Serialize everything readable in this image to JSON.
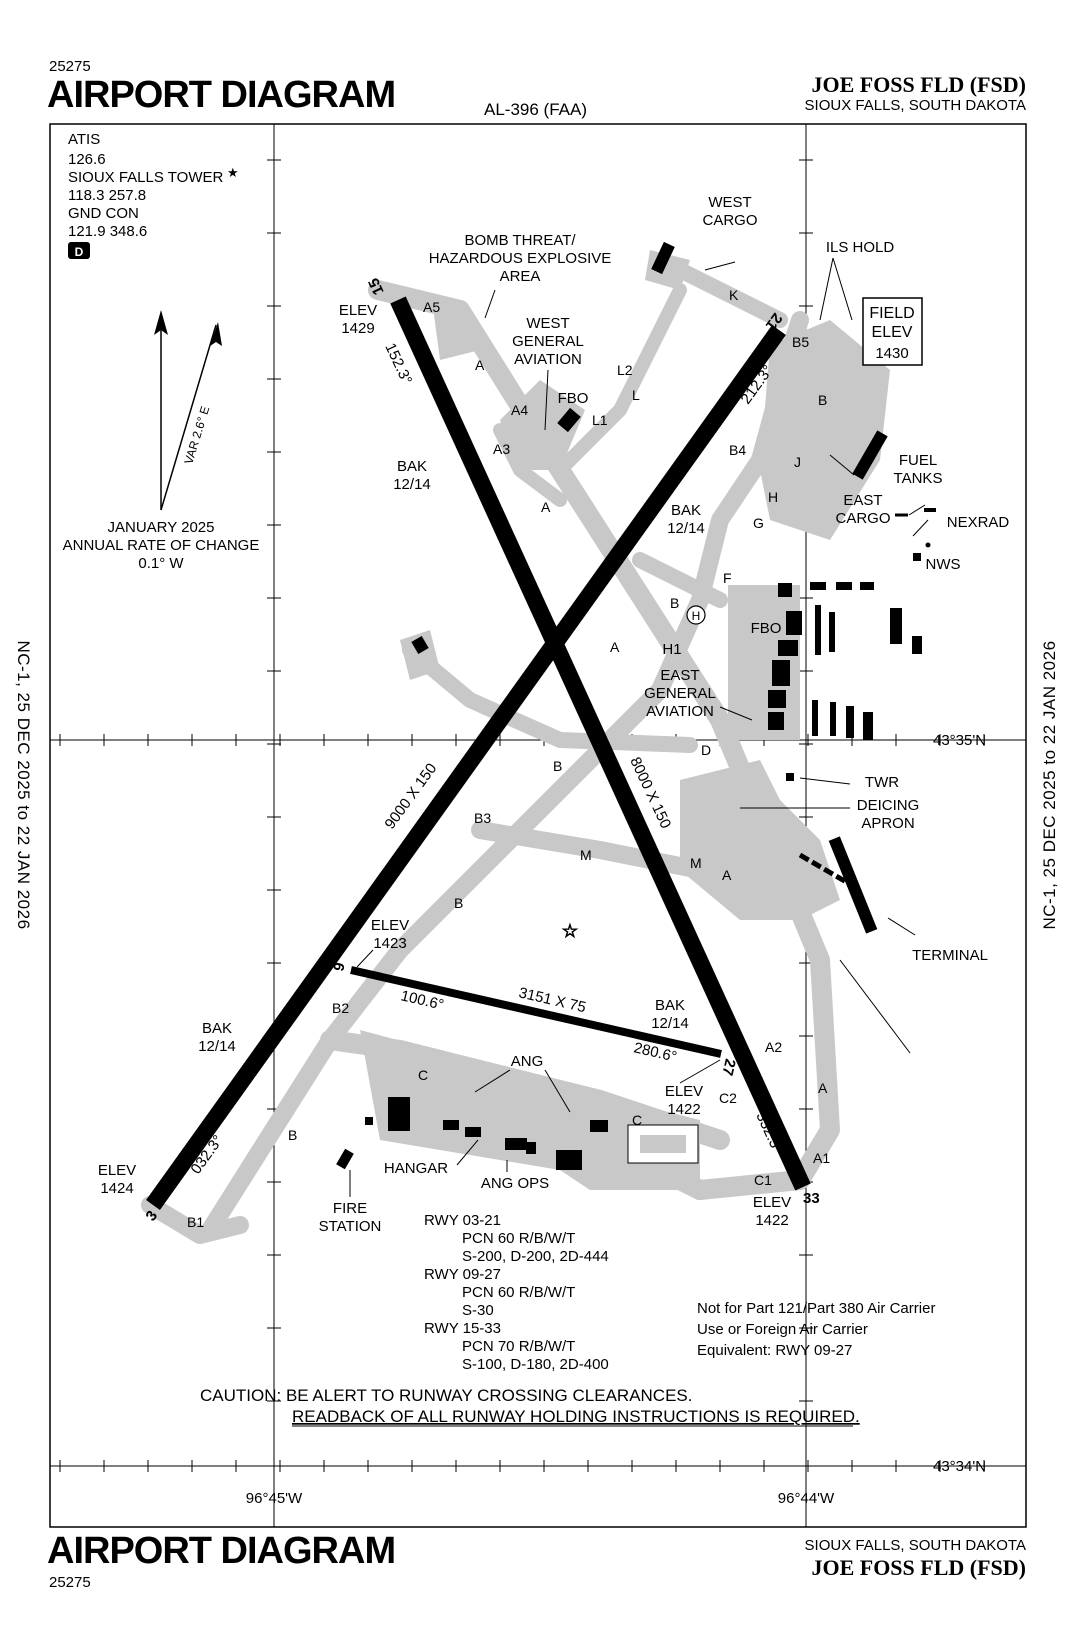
{
  "header": {
    "proc_number": "25275",
    "title": "AIRPORT DIAGRAM",
    "center_code": "AL-396 (FAA)",
    "airport_name": "JOE FOSS FLD (FSD)",
    "location": "SIOUX FALLS, SOUTH DAKOTA"
  },
  "footer": {
    "title": "AIRPORT DIAGRAM",
    "proc_number": "25275",
    "location": "SIOUX FALLS, SOUTH DAKOTA",
    "airport_name": "JOE FOSS FLD (FSD)"
  },
  "side_dates": {
    "left": "NC-1, 25 DEC 2025 to 22 JAN 2026",
    "right": "NC-1, 25 DEC 2025 to 22 JAN 2026"
  },
  "comms": {
    "atis_label": "ATIS",
    "atis_freq": "126.6",
    "tower_label": "SIOUX FALLS TOWER",
    "tower_star": "★",
    "tower_freq": "118.3  257.8",
    "gnd_label": "GND CON",
    "gnd_freq": "121.9  348.6",
    "d_badge": "D"
  },
  "magvar": {
    "var_label": "VAR 2.6° E",
    "date": "JANUARY 2025",
    "rate_label": "ANNUAL RATE OF CHANGE",
    "rate_value": "0.1° W"
  },
  "coords": {
    "lat_top": "43°35'N",
    "lat_bottom": "43°34'N",
    "lon_left": "96°45'W",
    "lon_right": "96°44'W"
  },
  "runways": {
    "r03_21": {
      "dims": "9000 X 150",
      "end_a": "3",
      "end_b": "21",
      "hdg_a": "032.3°",
      "hdg_b": "212.3°"
    },
    "r15_33": {
      "dims": "8000 X 150",
      "end_a": "15",
      "end_b": "33",
      "hdg_a": "152.3°",
      "hdg_b": "332.3°"
    },
    "r09_27": {
      "dims": "3151 X 75",
      "end_a": "9",
      "end_b": "27",
      "hdg_a": "100.6°",
      "hdg_b": "280.6°"
    }
  },
  "elevations": {
    "elev_label": "ELEV",
    "e15": "1429",
    "e3": "1424",
    "e9": "1423",
    "e27": "1422",
    "e33": "1422",
    "field_elev_l1": "FIELD",
    "field_elev_l2": "ELEV",
    "field_elev_val": "1430"
  },
  "labels": {
    "west_cargo_1": "WEST",
    "west_cargo_2": "CARGO",
    "ils_hold": "ILS HOLD",
    "bomb_1": "BOMB THREAT/",
    "bomb_2": "HAZARDOUS EXPLOSIVE",
    "bomb_3": "AREA",
    "wga_1": "WEST",
    "wga_2": "GENERAL",
    "wga_3": "AVIATION",
    "fbo": "FBO",
    "fuel_1": "FUEL",
    "fuel_2": "TANKS",
    "nexrad": "NEXRAD",
    "nws": "NWS",
    "east_cargo_1": "EAST",
    "east_cargo_2": "CARGO",
    "bak_1": "BAK",
    "bak_2": "12/14",
    "h1": "H1",
    "heli": "H",
    "ega_1": "EAST",
    "ega_2": "GENERAL",
    "ega_3": "AVIATION",
    "twr": "TWR",
    "deicing_1": "DEICING",
    "deicing_2": "APRON",
    "terminal": "TERMINAL",
    "ang": "ANG",
    "hangar": "HANGAR",
    "ang_ops": "ANG OPS",
    "fire_1": "FIRE",
    "fire_2": "STATION"
  },
  "taxiways": [
    "A",
    "A1",
    "A2",
    "A3",
    "A4",
    "A5",
    "B",
    "B1",
    "B2",
    "B3",
    "B4",
    "B5",
    "C",
    "C1",
    "C2",
    "D",
    "F",
    "G",
    "H",
    "J",
    "K",
    "L",
    "L1",
    "L2",
    "M"
  ],
  "pcn": {
    "l1": "RWY 03-21",
    "l2": "PCN 60 R/B/W/T",
    "l3": "S-200, D-200, 2D-444",
    "l4": "RWY 09-27",
    "l5": "PCN 60 R/B/W/T",
    "l6": "S-30",
    "l7": "RWY 15-33",
    "l8": "PCN 70 R/B/W/T",
    "l9": "S-100, D-180, 2D-400"
  },
  "notice": {
    "l1": "Not for Part 121/Part 380 Air Carrier",
    "l2": "Use or Foreign Air Carrier",
    "l3": "Equivalent: RWY 09-27"
  },
  "caution": {
    "l1": "CAUTION: BE ALERT TO RUNWAY CROSSING CLEARANCES.",
    "l2": "READBACK OF ALL RUNWAY HOLDING INSTRUCTIONS IS REQUIRED."
  }
}
